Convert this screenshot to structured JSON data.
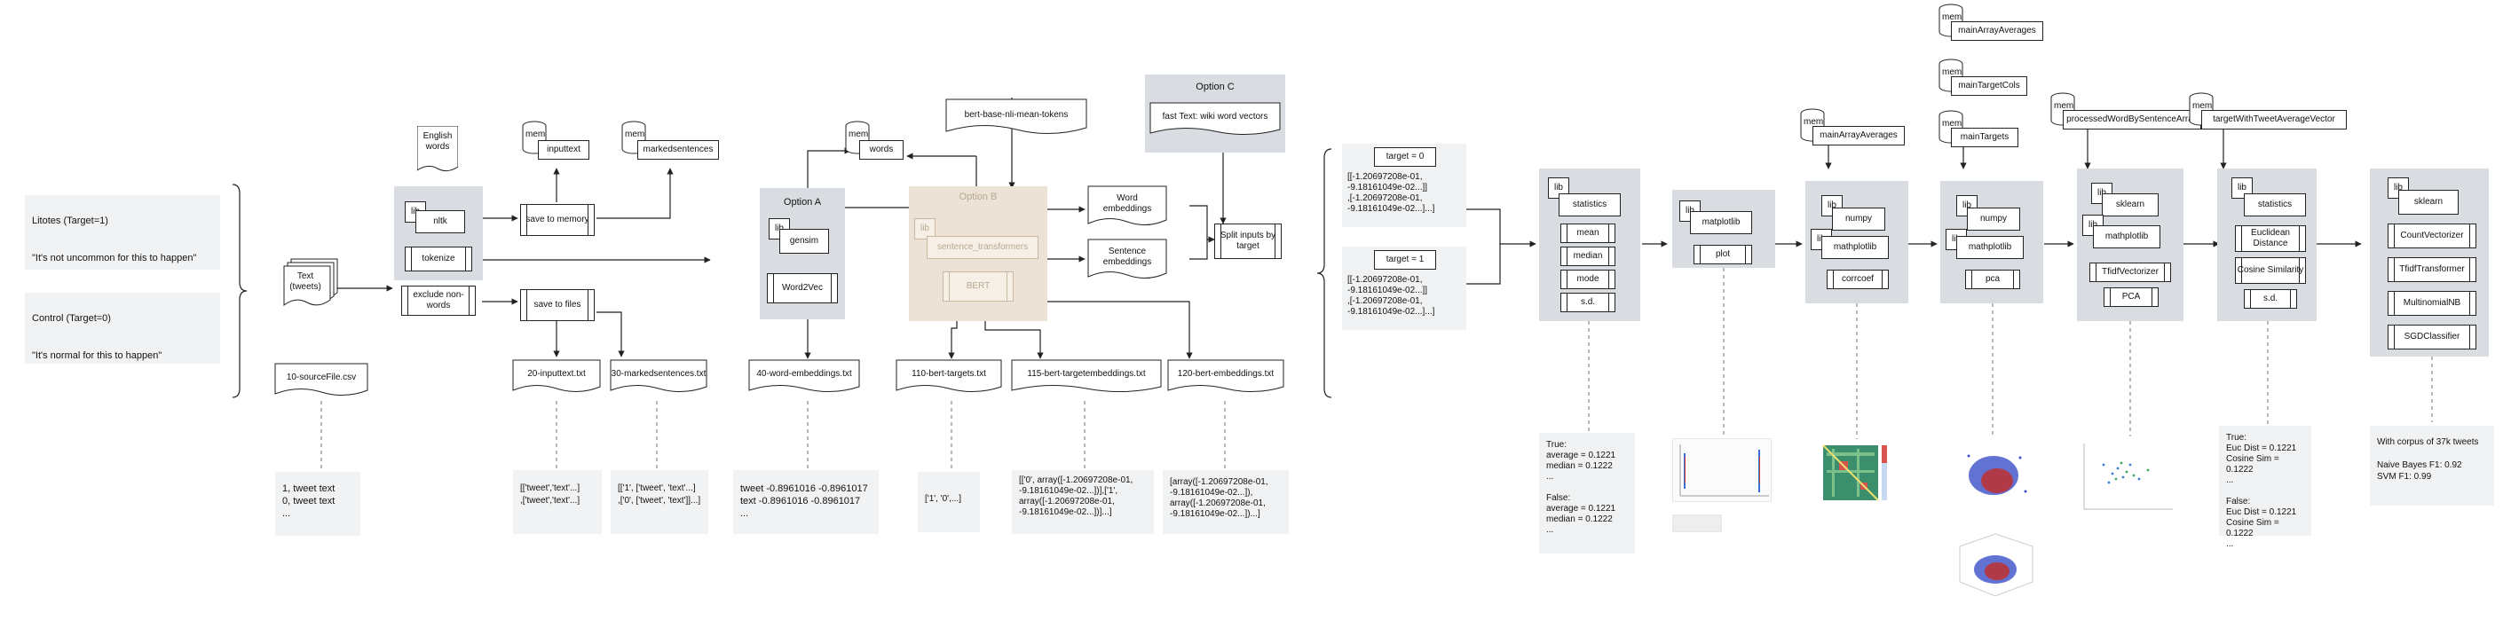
{
  "left": {
    "litotes_title": "Litotes (Target=1)",
    "litotes_quote": "\"It's not uncommon for this to happen\"",
    "control_title": "Control (Target=0)",
    "control_quote": "\"It's normal for this to happen\"",
    "text_tweets": "Text\n(tweets)",
    "source_file": "10-sourceFile.csv",
    "source_sample": "1, tweet text\n0, tweet text\n..."
  },
  "preprocess": {
    "english_words": "English\nwords",
    "lib": "lib",
    "nltk": "nltk",
    "tokenize": "tokenize",
    "exclude": "exclude\nnon-words",
    "save_memory": "save to\nmemory",
    "save_files": "save to\nfiles",
    "mem_inputtext": "inputtext",
    "mem_markedsentences": "markedsentences",
    "mem": "mem",
    "file_inputtxt": "20-inputtext.txt",
    "file_markedsentences": "30-markedsentences.txt",
    "sample_inputtxt": "[['tweet','text'...]\n,['tweet','text'...]",
    "sample_marked": "[['1', ['tweet', 'text'...]\n,['0', ['tweet', 'text']]...]"
  },
  "option_a": {
    "title": "Option A",
    "lib": "lib",
    "gensim": "gensim",
    "word2vec": "Word2Vec",
    "words": "words",
    "file": "40-word-embeddings.txt",
    "sample": "tweet -0.8961016 -0.8961017\ntext -0.8961016 -0.8961017\n..."
  },
  "option_b": {
    "title": "Option B",
    "lib": "lib",
    "sentence_transformers": "sentence_transformers",
    "bert": "BERT",
    "tokens": "bert-base-nli-mean-tokens",
    "file_targets": "110-bert-targets.txt",
    "file_target_emb": "115-bert-targetembeddings.txt",
    "file_emb": "120-bert-embeddings.txt",
    "sample_targets": "['1', '0',...]",
    "sample_target_emb": "[['0', array([-1.20697208e-01,\n-9.18161049e-02...])],['1',\narray([-1.20697208e-01,\n-9.18161049e-02...])]...]",
    "sample_emb": "[array([-1.20697208e-01,\n-9.18161049e-02...]),\narray([-1.20697208e-01,\n-9.18161049e-02...])...]"
  },
  "option_c": {
    "title": "Option C",
    "fasttext": "fast Text: wiki word vectors",
    "word_emb": "Word\nembeddings",
    "sentence_emb": "Sentence\nembeddings",
    "split": "Split inputs\nby target"
  },
  "targets": {
    "t0": "target = 0",
    "t0_values": "[[-1.20697208e-01,\n-9.18161049e-02...]]\n,[-1.20697208e-01,\n-9.18161049e-02...]...]",
    "t1": "target = 1",
    "t1_values": "[[-1.20697208e-01,\n-9.18161049e-02...]]\n,[-1.20697208e-01,\n-9.18161049e-02...]...]"
  },
  "stats": {
    "lib": "lib",
    "statistics": "statistics",
    "mean": "mean",
    "median": "median",
    "mode": "mode",
    "sd": "s.d.",
    "result": "True:\naverage = 0.1221\nmedian = 0.1222\n...\n\nFalse:\naverage = 0.1221\nmedian = 0.1222\n..."
  },
  "plot": {
    "lib": "lib",
    "matplotlib": "matplotlib",
    "plot": "plot"
  },
  "corr": {
    "mem": "mem",
    "mainArrayAverages": "mainArrayAverages",
    "lib": "lib",
    "numpy": "numpy",
    "matplotlib": "mathplotlib",
    "corrcoef": "corrcoef"
  },
  "pca": {
    "mem": "mem",
    "mainArrayAverages": "mainArrayAverages",
    "mainTargetCols": "mainTargetCols",
    "mainTargets": "mainTargets",
    "lib": "lib",
    "numpy": "numpy",
    "matplotlib": "mathplotlib",
    "pca": "pca"
  },
  "tfidf": {
    "mem": "mem",
    "processed": "processedWordBySentenceArray",
    "lib": "lib",
    "sklearn": "sklearn",
    "matplotlib": "mathplotlib",
    "vectorizer": "TfidfVectorizer",
    "pca": "PCA"
  },
  "distance": {
    "mem": "mem",
    "targetWith": "targetWithTweetAverageVector",
    "lib": "lib",
    "statistics": "statistics",
    "euclid": "Euclidean\nDistance",
    "cosine": "Cosine\nSimilarity",
    "sd": "s.d.",
    "result": "True:\nEuc Dist = 0.1221\nCosine Sim = 0.1222\n...\n\nFalse:\nEuc Dist = 0.1221\nCosine Sim = 0.1222\n..."
  },
  "classify": {
    "lib": "lib",
    "sklearn": "sklearn",
    "count": "CountVectorizer",
    "tfidf": "TfidfTransformer",
    "nb": "MultinomialNB",
    "sgd": "SGDClassifier",
    "result": "With corpus of 37k tweets\n\nNaive Bayes F1: 0.92\nSVM F1: 0.99"
  },
  "colors": {
    "panel": "#d9dde2",
    "note": "#f1f2f3",
    "beige": "#ece3d6",
    "stroke": "#222222",
    "faded": "#c9b8a0"
  }
}
